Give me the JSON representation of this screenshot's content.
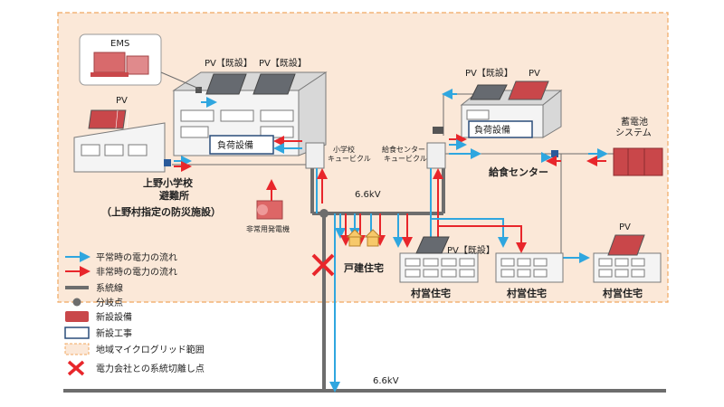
{
  "colors": {
    "normal_flow": "#2fa6df",
    "emergency_flow": "#e8262b",
    "grid_line": "#6d6d6d",
    "new_equipment": "#c9474a",
    "new_construction": "#2a4d7a",
    "microgrid_area": "#fbe8d8",
    "cut_point": "#e8262b"
  },
  "labels": {
    "ems": "EMS",
    "pv_school_roof_1": "PV【既設】",
    "pv_school_roof_2": "PV【既設】",
    "pv_gym": "PV",
    "pv_kitchen_existing": "PV【既設】",
    "pv_kitchen_new": "PV",
    "pv_housing_existing": "PV【既設】",
    "pv_housing_right": "PV",
    "school_load": "負荷設備",
    "kitchen_load": "負荷設備",
    "school_cubicle": "小学校\nキュービクル",
    "kitchen_cubicle": "給食センター\nキュービクル",
    "battery": "蓄電池\nシステム",
    "kitchen_center": "給食センター",
    "school_name": "上野小学校",
    "school_shelter": "避難所",
    "school_note": "（上野村指定の防災施設）",
    "generator": "非常用発電機",
    "voltage_upper": "6.6kV",
    "voltage_lower": "6.6kV",
    "detached_house": "戸建住宅",
    "village_housing_1": "村営住宅",
    "village_housing_2": "村営住宅",
    "village_housing_3": "村営住宅"
  },
  "legend": [
    {
      "icon": "blue-arrow",
      "label": "平常時の電力の流れ"
    },
    {
      "icon": "red-arrow",
      "label": "非常時の電力の流れ"
    },
    {
      "icon": "grid-line",
      "label": "系統線"
    },
    {
      "icon": "branch-point",
      "label": "分岐点"
    },
    {
      "icon": "new-equipment",
      "label": "新設設備"
    },
    {
      "icon": "new-construction",
      "label": "新設工事"
    },
    {
      "icon": "microgrid-area",
      "label": "地域マイクログリッド範囲"
    },
    {
      "icon": "cut-point",
      "label": "電力会社との系統切離し点"
    }
  ]
}
